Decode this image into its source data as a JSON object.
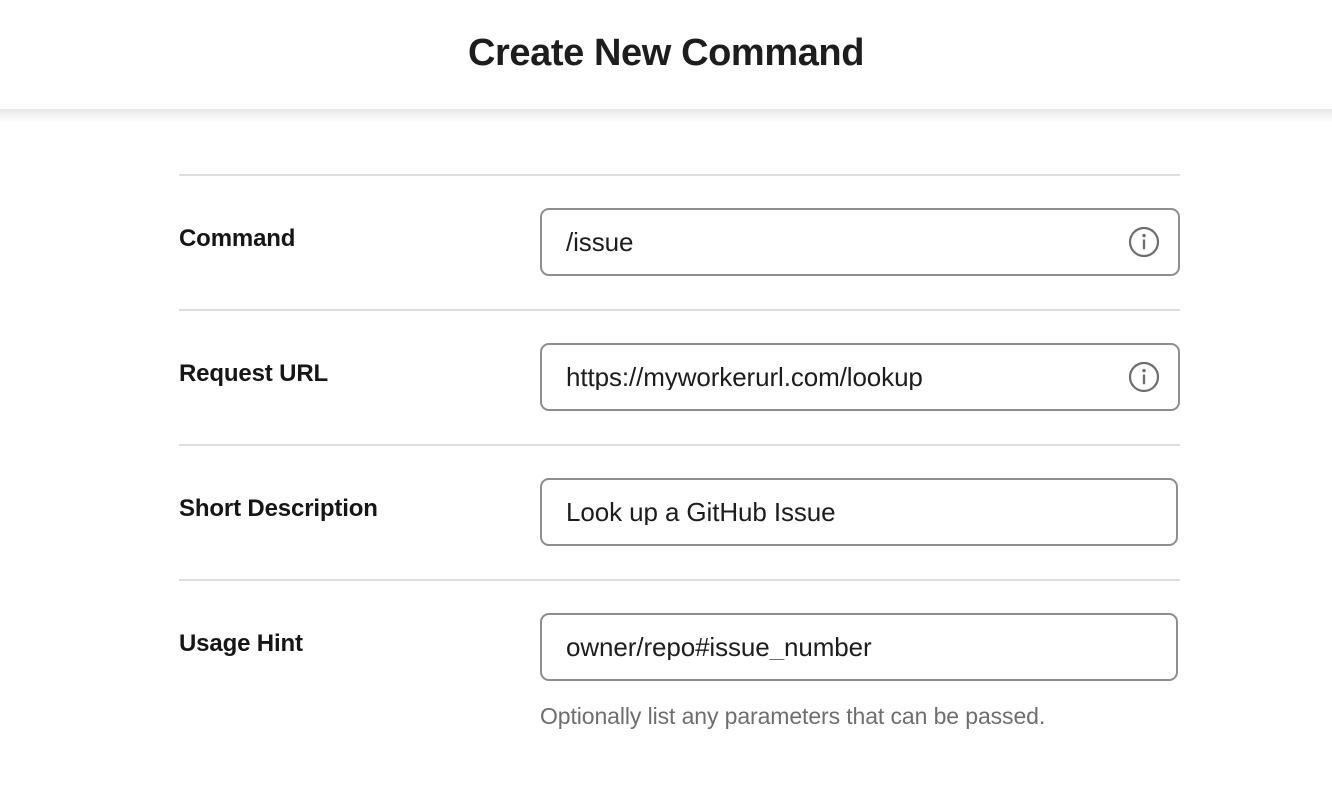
{
  "header": {
    "title": "Create New Command"
  },
  "form": {
    "rows": [
      {
        "label": "Command",
        "value": "/issue",
        "has_info_icon": true,
        "info_icon_name": "info-icon",
        "help": ""
      },
      {
        "label": "Request URL",
        "value": "https://myworkerurl.com/lookup",
        "has_info_icon": true,
        "info_icon_name": "info-icon",
        "help": ""
      },
      {
        "label": "Short Description",
        "value": "Look up a GitHub Issue",
        "has_info_icon": false,
        "info_icon_name": "",
        "help": ""
      },
      {
        "label": "Usage Hint",
        "value": "owner/repo#issue_number",
        "has_info_icon": false,
        "info_icon_name": "",
        "help": "Optionally list any parameters that can be passed."
      }
    ]
  },
  "colors": {
    "background": "#ffffff",
    "title_text": "#1d1d1d",
    "label_text": "#161616",
    "input_border": "#8e8e8e",
    "input_text": "#1d1d1d",
    "divider": "#dededf",
    "help_text": "#6e6e6e",
    "icon_stroke": "#6e6e6e"
  }
}
